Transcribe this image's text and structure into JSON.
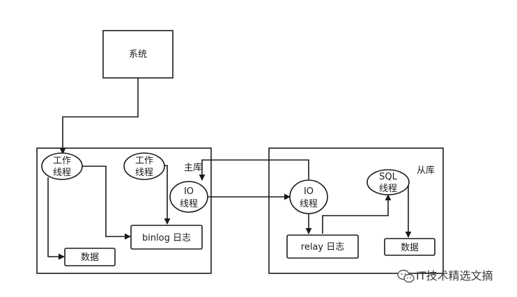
{
  "nodes": {
    "system": "系统",
    "master_worker1": [
      "工作",
      "线程"
    ],
    "master_worker2": [
      "工作",
      "线程"
    ],
    "master_label": "主库",
    "master_io": [
      "IO",
      "线程"
    ],
    "binlog": "binlog 日志",
    "master_data": "数据",
    "slave_io": [
      "IO",
      "线程"
    ],
    "slave_sql": [
      "SQL",
      "线程"
    ],
    "slave_label": "从库",
    "relay": "relay 日志",
    "slave_data": "数据"
  },
  "watermark": {
    "text": "IT技术精选文摘",
    "icon": "wechat-icon"
  }
}
